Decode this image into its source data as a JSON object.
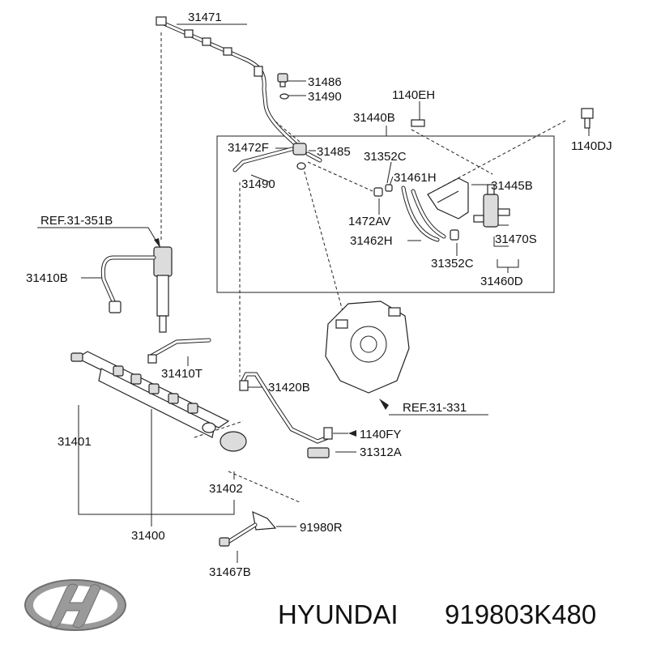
{
  "brand": {
    "name": "HYUNDAI",
    "part_number": "919803K480"
  },
  "labels": {
    "l31471": "31471",
    "l31486": "31486",
    "l31490a": "31490",
    "l1140EH": "1140EH",
    "l31440B": "31440B",
    "l1140DJ": "1140DJ",
    "l31472F": "31472F",
    "l31485": "31485",
    "l31352Ca": "31352C",
    "l31490b": "31490",
    "l31461H": "31461H",
    "l31445B": "31445B",
    "lREF351B": "REF.31-351B",
    "l1472AV": "1472AV",
    "l31462H": "31462H",
    "l31470S": "31470S",
    "l31352Cb": "31352C",
    "l31410Ba": "31410B",
    "l31460D": "31460D",
    "l31410T": "31410T",
    "l31420B": "31420B",
    "lREF331": "REF.31-331",
    "l1140FY": "1140FY",
    "l31401": "31401",
    "l31312A": "31312A",
    "l31402": "31402",
    "l31400": "31400",
    "l91980R": "91980R",
    "l31467B": "31467B"
  },
  "colors": {
    "line": "#222222",
    "text": "#111111",
    "logo": "#9a9a9a"
  }
}
